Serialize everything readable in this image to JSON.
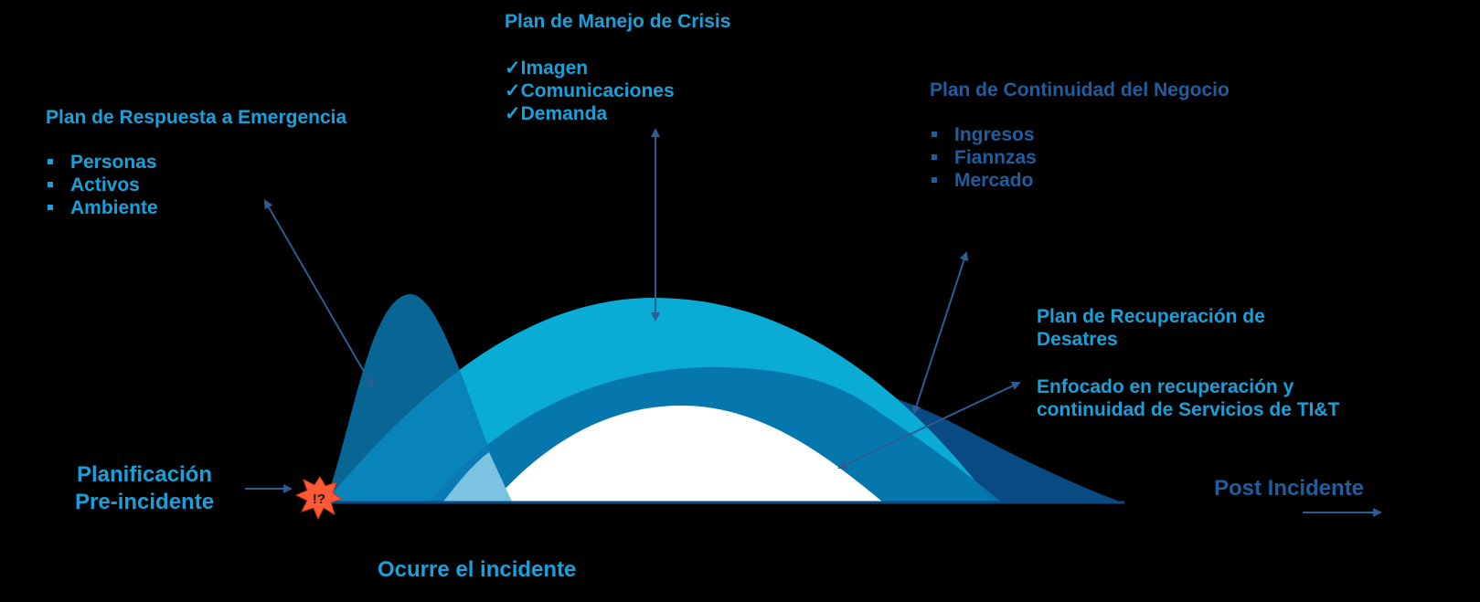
{
  "colors": {
    "background": "#000000",
    "response_peak": "#0a7bb5",
    "crisis_curve": "#0aabd4",
    "recovery_curve": "#0674aa",
    "continuity_curve": "#0a4a82",
    "core": "#ffffff",
    "light_title": "#1aa0d8",
    "dark_title": "#1f5e9e",
    "arrow": "#2b5d93",
    "burst": "#ff5a36"
  },
  "emergency": {
    "title": "Plan de Respuesta a Emergencia",
    "items": [
      "Personas",
      "Activos",
      "Ambiente"
    ]
  },
  "crisis": {
    "title": "Plan de Manejo de Crisis",
    "items": [
      "Imagen",
      "Comunicaciones",
      "Demanda"
    ]
  },
  "continuity": {
    "title": "Plan de Continuidad del Negocio",
    "items": [
      "Ingresos",
      "Fiannzas",
      "Mercado"
    ]
  },
  "recovery": {
    "title_line1": "Plan de Recuperación de",
    "title_line2": "Desatres",
    "desc_line1": "Enfocado en recuperación y",
    "desc_line2": "continuidad de Servicios de TI&T"
  },
  "timeline": {
    "pre_line1": "Planificación",
    "pre_line2": "Pre-incidente",
    "post": "Post Incidente",
    "incident": "Ocurre el incidente",
    "burst_symbol": "!?"
  }
}
